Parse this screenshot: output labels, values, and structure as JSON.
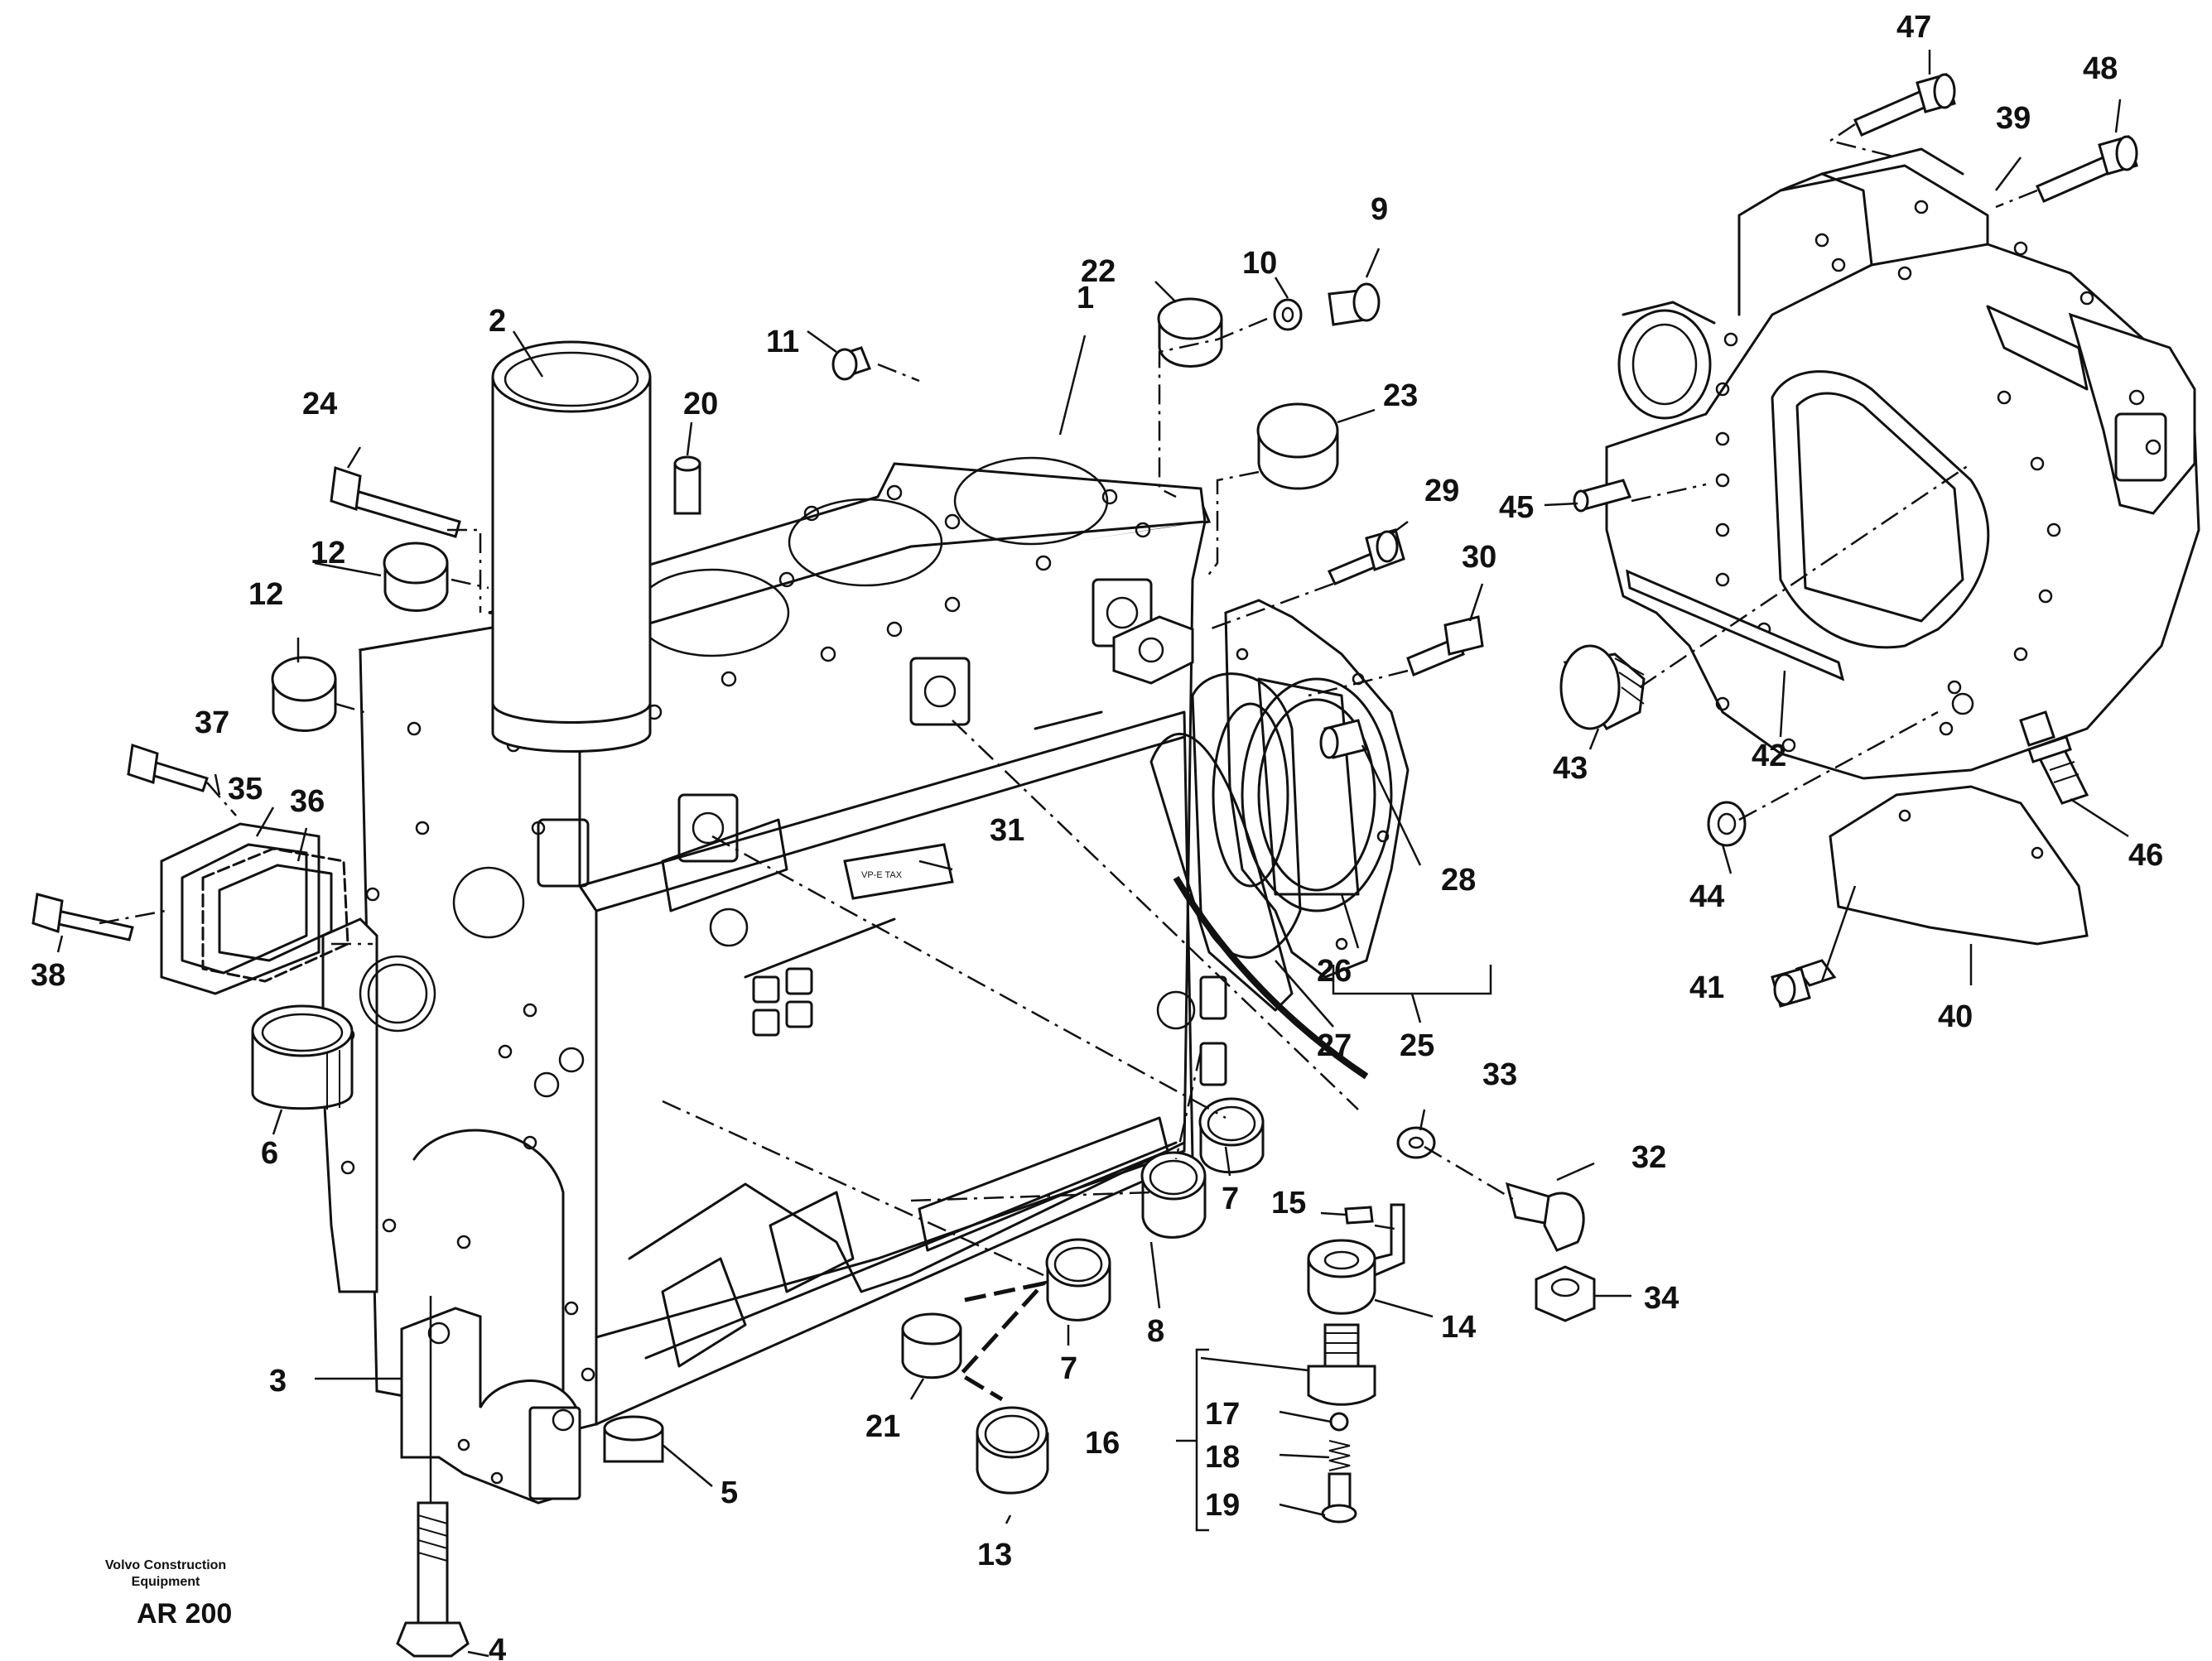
{
  "callouts": [
    "1",
    "2",
    "3",
    "4",
    "5",
    "6",
    "7",
    "7",
    "8",
    "9",
    "10",
    "11",
    "12",
    "12",
    "13",
    "14",
    "15",
    "16",
    "17",
    "18",
    "19",
    "20",
    "21",
    "22",
    "23",
    "24",
    "25",
    "26",
    "27",
    "28",
    "29",
    "30",
    "31",
    "32",
    "33",
    "34",
    "35",
    "36",
    "37",
    "38",
    "39",
    "40",
    "41",
    "42",
    "43",
    "44",
    "45",
    "46",
    "47",
    "48"
  ],
  "footer": {
    "brand_line1": "Volvo Construction",
    "brand_line2": "Equipment",
    "code": "AR 200"
  },
  "label_note": "VP-E TAX"
}
